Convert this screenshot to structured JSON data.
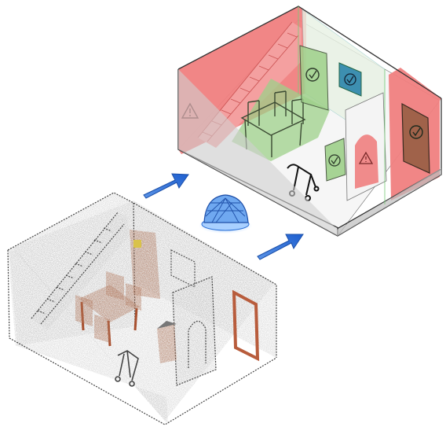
{
  "diagram": {
    "input_scan": {
      "kind": "point-cloud-room",
      "furniture_color": "#b85c3c"
    },
    "processing": {
      "icon": "mesh-dome-icon",
      "color": "#2a6fd6"
    },
    "output_model": {
      "kind": "semantic-3d-model",
      "hazard_color": "#f08080",
      "safe_color": "#9ed08a",
      "hazard_icon": "warning-triangle-icon",
      "safe_icon": "checkmark-circle-icon"
    },
    "arrows": {
      "color": "#2a6fd6",
      "count": 2
    },
    "walker_icon": "rollator-walker-icon"
  }
}
